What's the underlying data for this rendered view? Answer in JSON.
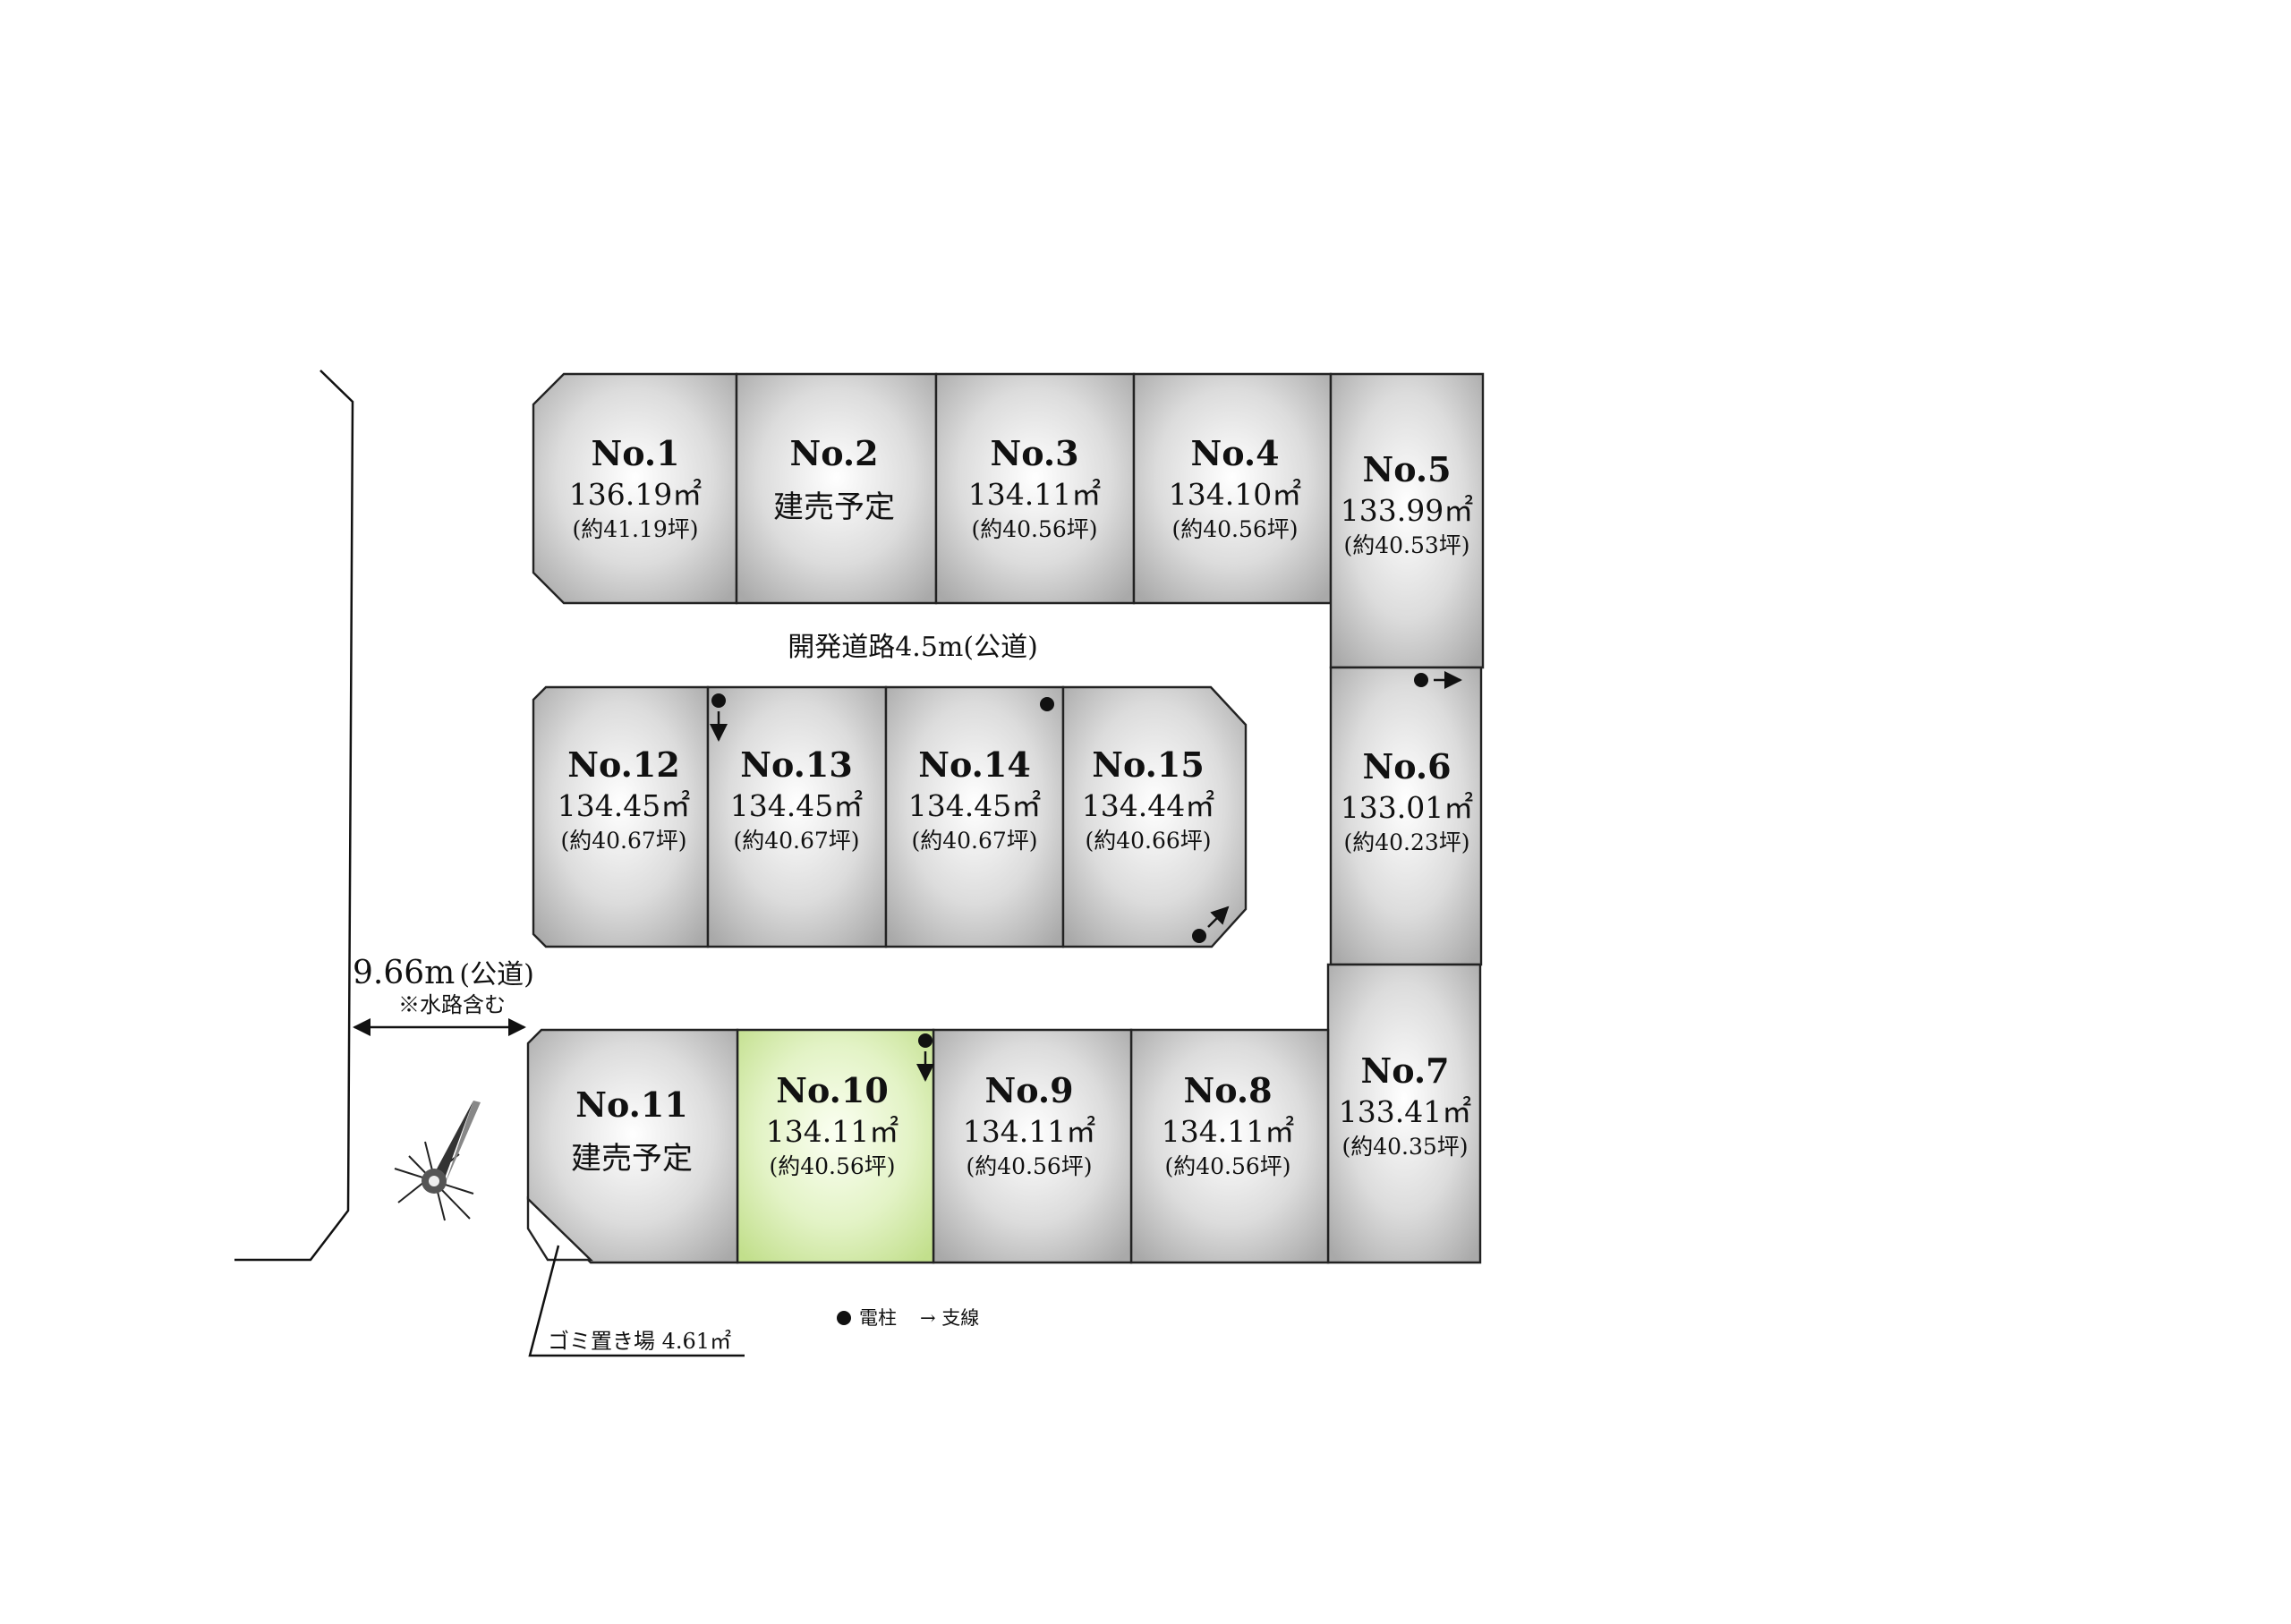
{
  "lots": [
    {
      "id": "1",
      "no": "No.1",
      "area": "136.19㎡",
      "tsubo": "(約41.19坪)",
      "note": "",
      "highlight": false
    },
    {
      "id": "2",
      "no": "No.2",
      "area": "",
      "tsubo": "",
      "note": "建売予定",
      "highlight": false
    },
    {
      "id": "3",
      "no": "No.3",
      "area": "134.11㎡",
      "tsubo": "(約40.56坪)",
      "note": "",
      "highlight": false
    },
    {
      "id": "4",
      "no": "No.4",
      "area": "134.10㎡",
      "tsubo": "(約40.56坪)",
      "note": "",
      "highlight": false
    },
    {
      "id": "5",
      "no": "No.5",
      "area": "133.99㎡",
      "tsubo": "(約40.53坪)",
      "note": "",
      "highlight": false
    },
    {
      "id": "6",
      "no": "No.6",
      "area": "133.01㎡",
      "tsubo": "(約40.23坪)",
      "note": "",
      "highlight": false
    },
    {
      "id": "7",
      "no": "No.7",
      "area": "133.41㎡",
      "tsubo": "(約40.35坪)",
      "note": "",
      "highlight": false
    },
    {
      "id": "8",
      "no": "No.8",
      "area": "134.11㎡",
      "tsubo": "(約40.56坪)",
      "note": "",
      "highlight": false
    },
    {
      "id": "9",
      "no": "No.9",
      "area": "134.11㎡",
      "tsubo": "(約40.56坪)",
      "note": "",
      "highlight": false
    },
    {
      "id": "10",
      "no": "No.10",
      "area": "134.11㎡",
      "tsubo": "(約40.56坪)",
      "note": "",
      "highlight": true
    },
    {
      "id": "11",
      "no": "No.11",
      "area": "",
      "tsubo": "",
      "note": "建売予定",
      "highlight": false
    },
    {
      "id": "12",
      "no": "No.12",
      "area": "134.45㎡",
      "tsubo": "(約40.67坪)",
      "note": "",
      "highlight": false
    },
    {
      "id": "13",
      "no": "No.13",
      "area": "134.45㎡",
      "tsubo": "(約40.67坪)",
      "note": "",
      "highlight": false
    },
    {
      "id": "14",
      "no": "No.14",
      "area": "134.45㎡",
      "tsubo": "(約40.67坪)",
      "note": "",
      "highlight": false
    },
    {
      "id": "15",
      "no": "No.15",
      "area": "134.44㎡",
      "tsubo": "(約40.66坪)",
      "note": "",
      "highlight": false
    }
  ],
  "road": {
    "dev_road": "開発道路4.5m(公道)",
    "public_width": "9.66m",
    "public_suffix": "(公道)",
    "waterway_note": "※水路含む"
  },
  "garbage": {
    "label": "ゴミ置き場 4.61㎡"
  },
  "legend": {
    "pole": "電柱",
    "guy_wire": "→ 支線"
  },
  "colors": {
    "lot_center": "#ffffff",
    "lot_edge": "#a8a8a8",
    "highlight_center": "#fafff0",
    "highlight_edge": "#c4e08a",
    "line": "#111111"
  },
  "icons": {
    "compass": "north-arrow-compass-icon",
    "pole": "utility-pole-dot-icon",
    "wire": "guy-wire-arrow-icon"
  }
}
